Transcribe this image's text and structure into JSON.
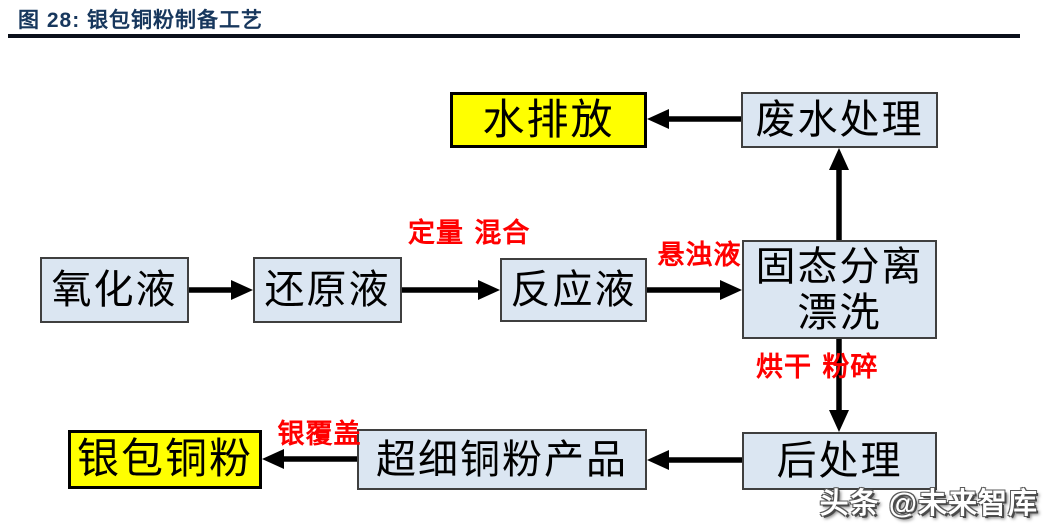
{
  "figure": {
    "title": "图 28: 银包铜粉制备工艺"
  },
  "nodes": {
    "oxidation": {
      "label": "氧化液"
    },
    "reduction": {
      "label": "还原液"
    },
    "reaction": {
      "label": "反应液"
    },
    "solid_separation": {
      "line1": "固态分离",
      "line2": "漂洗"
    },
    "wastewater": {
      "label": "废水处理"
    },
    "water_discharge": {
      "label": "水排放"
    },
    "post_processing": {
      "label": "后处理"
    },
    "ultrafine_product": {
      "label": "超细铜粉产品"
    },
    "silver_coated": {
      "label": "银包铜粉"
    }
  },
  "edge_labels": {
    "quantitative_mixing": {
      "line1": "定量",
      "line2": "混合"
    },
    "suspension": {
      "label": "悬浊液"
    },
    "drying_crushing": {
      "line1": "烘干",
      "line2": "粉碎"
    },
    "silver_coating": {
      "label": "银覆盖"
    }
  },
  "watermark": {
    "text": "头条 @未来智库"
  },
  "colors": {
    "title_navy": "#17375D",
    "process_box_fill": "#DBE6F2",
    "highlight_box_fill": "#FFFF00",
    "box_border": "#3F3F3F",
    "edge_label_red": "#FF0000",
    "arrow_black": "#000000"
  }
}
